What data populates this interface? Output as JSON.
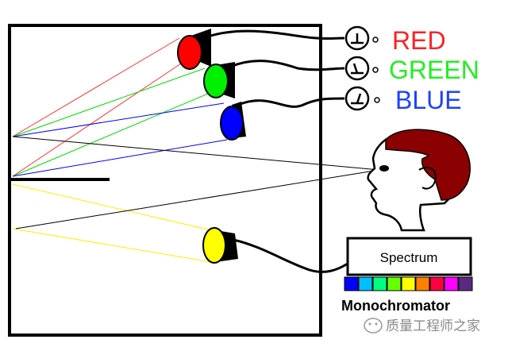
{
  "labels": {
    "red": "RED",
    "green": "GREEN",
    "blue": "BLUE",
    "spectrum": "Spectrum",
    "monochromator": "Monochromator",
    "watermark": "质量工程师之家"
  },
  "colors": {
    "red": "#ff0000",
    "green": "#00ee00",
    "blue": "#0000ff",
    "yellow": "#ffff00",
    "hair": "#8b0000",
    "label_red": "#ff2020",
    "label_green": "#22ee22",
    "label_blue": "#2040ff"
  },
  "spectrum_swatches": [
    "#0000ff",
    "#00bfff",
    "#00ff80",
    "#66ff00",
    "#ffff00",
    "#ff8000",
    "#ff0040",
    "#ff00ff",
    "#5a2a82"
  ],
  "icons": {
    "meter": "galvanometer-icon",
    "watermark": "wechat-icon"
  }
}
